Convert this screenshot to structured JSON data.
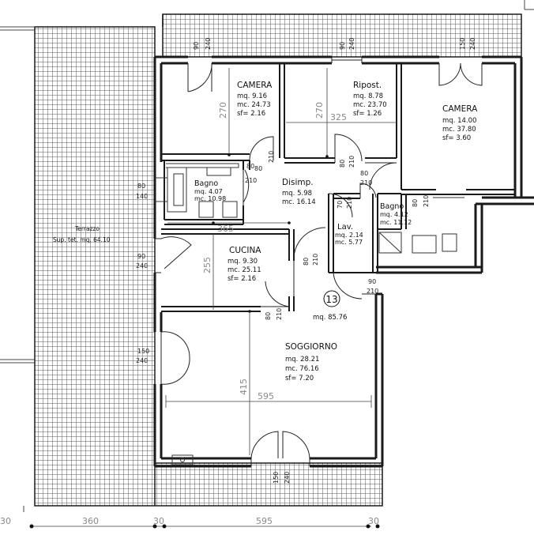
{
  "colors": {
    "wall": "#1a1a1a",
    "tile": "#6a6a6a",
    "dim_line": "#444444",
    "dim_text": "#8a8a8a"
  },
  "terrace": {
    "name": "Terrazzo",
    "area": "Sup. tet. mq. 64.10"
  },
  "apartment": {
    "number": "13",
    "total_area": "mq. 85.76"
  },
  "rooms": [
    {
      "id": "camera1",
      "name": "CAMERA",
      "lines": [
        "mq.  9.16",
        "mc.  24.73",
        "sf=  2.16"
      ]
    },
    {
      "id": "ripost",
      "name": "Ripost.",
      "lines": [
        "mq.  8.78",
        "mc.  23.70",
        "sf=  1.26"
      ]
    },
    {
      "id": "camera2",
      "name": "CAMERA",
      "lines": [
        "mq.  14.00",
        "mc.  37.80",
        "sf=  3.60"
      ]
    },
    {
      "id": "bagno1",
      "name": "Bagno",
      "lines": [
        "mq.  4.07",
        "mc.  10.98"
      ]
    },
    {
      "id": "disimp",
      "name": "Disimp.",
      "lines": [
        "mq.  5.98",
        "mc.  16.14"
      ]
    },
    {
      "id": "lav",
      "name": "Lav.",
      "lines": [
        "mq.  2.14",
        "mc.  5.77"
      ]
    },
    {
      "id": "bagno2",
      "name": "Bagno",
      "lines": [
        "mq.  4.12",
        "mc.  11.12"
      ]
    },
    {
      "id": "cucina",
      "name": "CUCINA",
      "lines": [
        "mq.  9.30",
        "mc.  25.11",
        "sf=  2.16"
      ]
    },
    {
      "id": "soggiorno",
      "name": "SOGGIORNO",
      "lines": [
        "mq.  28.21",
        "mc.  76.16",
        "sf=  7.20"
      ]
    }
  ],
  "dimensions": {
    "camera1_depth": "270",
    "ripost_depth": "270",
    "ripost_width": "325",
    "cucina_width": "365",
    "cucina_depth": "255",
    "soggiorno_depth": "415",
    "soggiorno_width": "595"
  },
  "door_openings": [
    {
      "id": "d-cam1-top",
      "w": "90",
      "h": "240"
    },
    {
      "id": "d-rip-top",
      "w": "90",
      "h": "240"
    },
    {
      "id": "d-cam2-top",
      "w": "150",
      "h": "240"
    },
    {
      "id": "d-cam1",
      "w": "80",
      "h": "210"
    },
    {
      "id": "d-rip",
      "w": "80",
      "h": "210"
    },
    {
      "id": "d-cam2",
      "w": "80",
      "h": "210"
    },
    {
      "id": "d-bagno1",
      "w": "80",
      "h": "210"
    },
    {
      "id": "d-lav",
      "w": "70",
      "h": "210"
    },
    {
      "id": "d-bagno2",
      "w": "80",
      "h": "210"
    },
    {
      "id": "d-cucina",
      "w": "80",
      "h": "210"
    },
    {
      "id": "d-sogg",
      "w": "80",
      "h": "210"
    },
    {
      "id": "d-entry",
      "w": "90",
      "h": "210"
    },
    {
      "id": "w-bagno1",
      "w": "80",
      "h": "140"
    },
    {
      "id": "w-cucina",
      "w": "90",
      "h": "240"
    },
    {
      "id": "w-sogg-left",
      "w": "150",
      "h": "240"
    },
    {
      "id": "w-sogg-bottom",
      "w": "150",
      "h": "240"
    }
  ],
  "bottom_dims": [
    "30",
    "360",
    "30",
    "595",
    "30"
  ]
}
